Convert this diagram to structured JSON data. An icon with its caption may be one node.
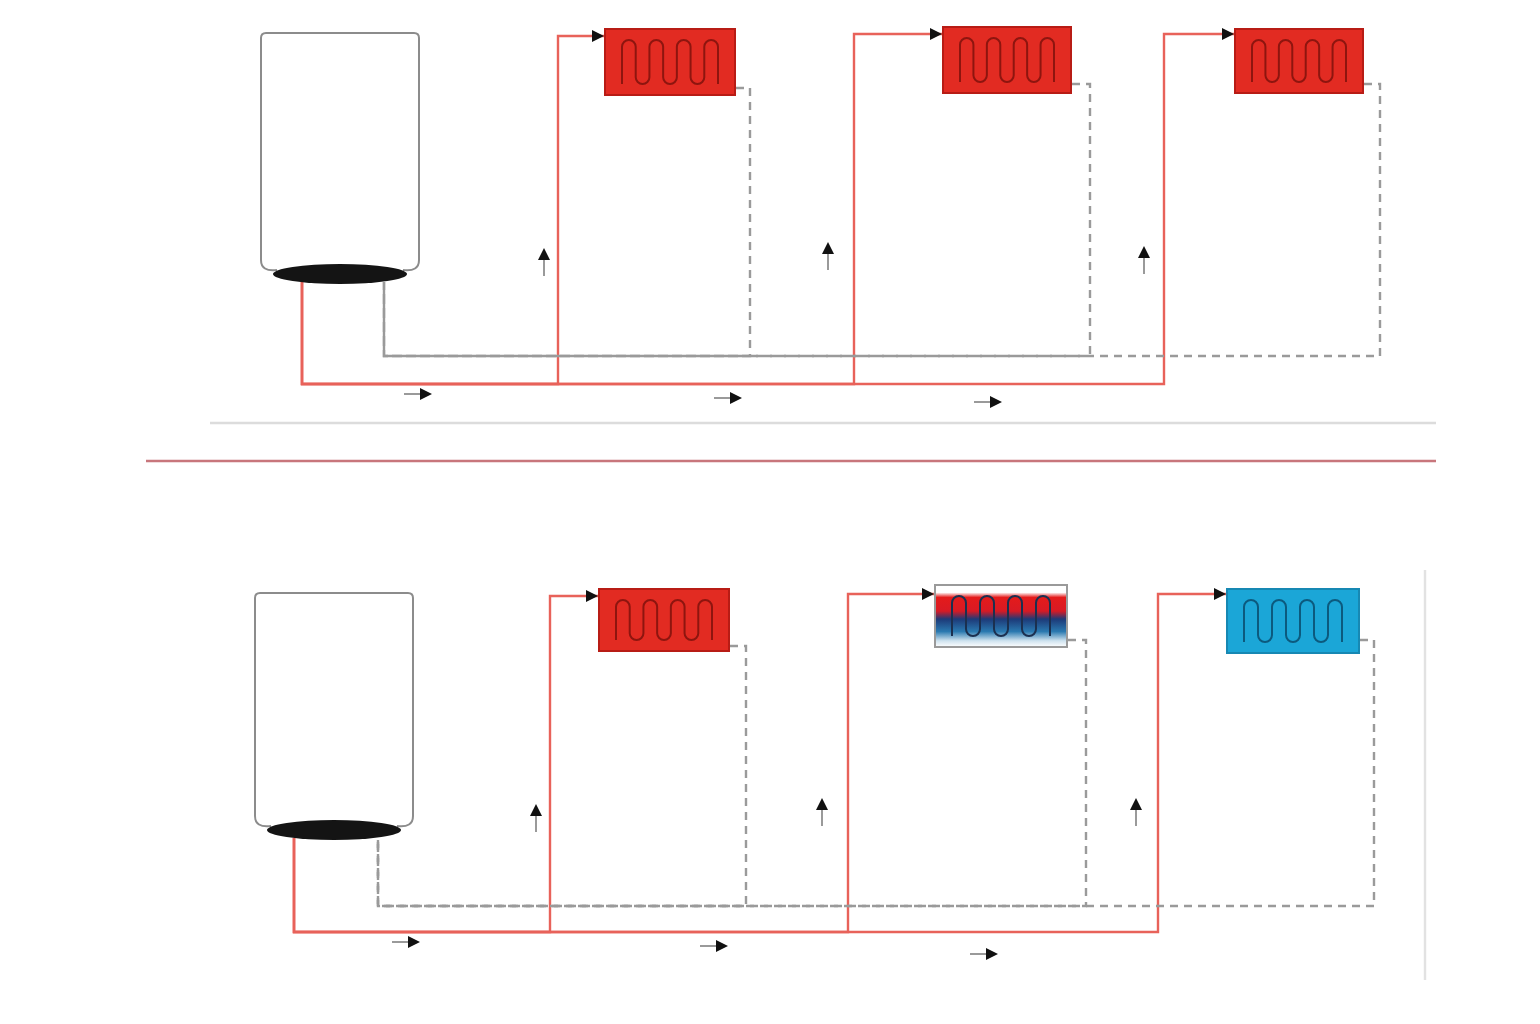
{
  "diagram": {
    "nodes": [
      {
        "text": [],
        "shape": "cylinder"
      },
      {
        "text": [],
        "shape": "box"
      },
      {
        "text": [],
        "shape": "box"
      },
      {
        "text": [],
        "shape": "box"
      },
      {
        "text": [],
        "shape": "cylinder"
      },
      {
        "text": [],
        "shape": "box"
      },
      {
        "text": [],
        "shape": "box"
      },
      {
        "text": [],
        "shape": "box"
      }
    ],
    "edges": [
      {
        "from": 0,
        "to": 1,
        "arrow": "to",
        "color": "#e8625a"
      },
      {
        "from": 0,
        "to": 2,
        "arrow": "to",
        "color": "#e8625a"
      },
      {
        "from": 0,
        "to": 3,
        "arrow": "to",
        "color": "#e8625a"
      },
      {
        "from": 1,
        "to": 0,
        "arrow": "none",
        "style": "dashed",
        "color": "#9a9a9a"
      },
      {
        "from": 2,
        "to": 0,
        "arrow": "none",
        "style": "dashed",
        "color": "#9a9a9a"
      },
      {
        "from": 3,
        "to": 0,
        "arrow": "none",
        "style": "dashed",
        "color": "#9a9a9a"
      },
      {
        "from": 4,
        "to": 5,
        "arrow": "to",
        "color": "#e8625a"
      },
      {
        "from": 4,
        "to": 6,
        "arrow": "to",
        "color": "#e8625a"
      },
      {
        "from": 4,
        "to": 7,
        "arrow": "to",
        "color": "#e8625a"
      },
      {
        "from": 5,
        "to": 4,
        "arrow": "none",
        "style": "dashed",
        "color": "#9a9a9a"
      },
      {
        "from": 6,
        "to": 4,
        "arrow": "none",
        "style": "dashed",
        "color": "#9a9a9a"
      },
      {
        "from": 7,
        "to": 4,
        "arrow": "none",
        "style": "dashed",
        "color": "#9a9a9a"
      }
    ]
  }
}
